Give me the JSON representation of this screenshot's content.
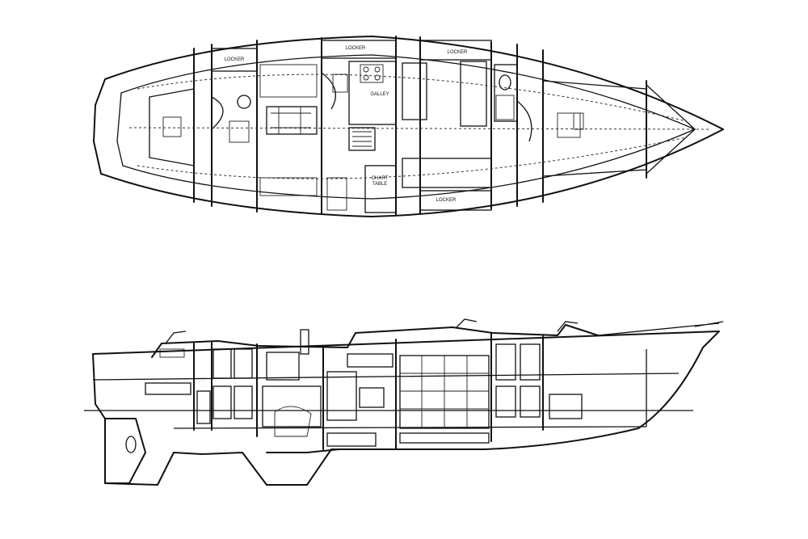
{
  "plan_view": {
    "labels": {
      "locker_aft": "LOCKER",
      "locker_mid": "LOCKER",
      "locker_fwd": "LOCKER",
      "locker_stbd": "LOCKER",
      "galley": "GALLEY",
      "chart_line1": "CHART",
      "chart_line2": "TABLE"
    }
  },
  "colors": {
    "ink": "#111111",
    "paper": "#ffffff"
  }
}
